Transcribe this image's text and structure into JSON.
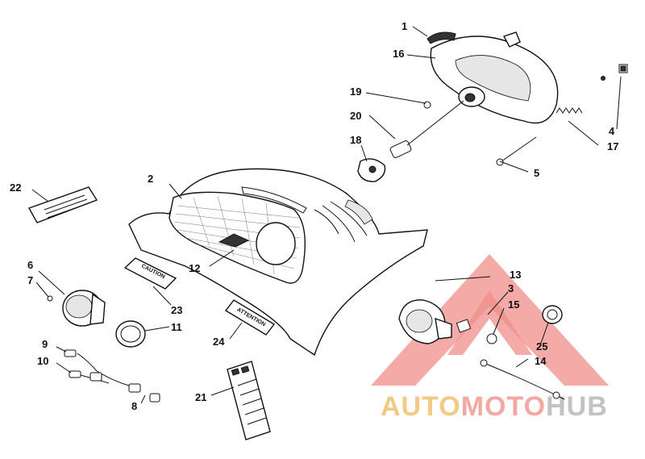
{
  "diagram": {
    "callouts": [
      {
        "id": "1",
        "label": "1"
      },
      {
        "id": "2",
        "label": "2"
      },
      {
        "id": "3",
        "label": "3"
      },
      {
        "id": "4",
        "label": "4"
      },
      {
        "id": "5",
        "label": "5"
      },
      {
        "id": "6",
        "label": "6"
      },
      {
        "id": "7",
        "label": "7"
      },
      {
        "id": "8",
        "label": "8"
      },
      {
        "id": "9",
        "label": "9"
      },
      {
        "id": "10",
        "label": "10"
      },
      {
        "id": "11",
        "label": "11"
      },
      {
        "id": "12",
        "label": "12"
      },
      {
        "id": "13",
        "label": "13"
      },
      {
        "id": "14",
        "label": "14"
      },
      {
        "id": "15",
        "label": "15"
      },
      {
        "id": "16",
        "label": "16"
      },
      {
        "id": "17",
        "label": "17"
      },
      {
        "id": "18",
        "label": "18"
      },
      {
        "id": "19",
        "label": "19"
      },
      {
        "id": "20",
        "label": "20"
      },
      {
        "id": "21",
        "label": "21"
      },
      {
        "id": "22",
        "label": "22"
      },
      {
        "id": "23",
        "label": "23"
      },
      {
        "id": "24",
        "label": "24"
      },
      {
        "id": "25",
        "label": "25"
      }
    ],
    "decals": {
      "caution_23": "CAUTION",
      "attention_24": "ATTENTION"
    }
  },
  "watermark": {
    "word_auto": "AUTO",
    "word_moto": "MOTO",
    "word_hub": "HUB",
    "colors": {
      "auto": "#f0c070",
      "moto": "#f39a95",
      "hub": "#b8b8b8",
      "triangle": "#ee7b76"
    }
  }
}
